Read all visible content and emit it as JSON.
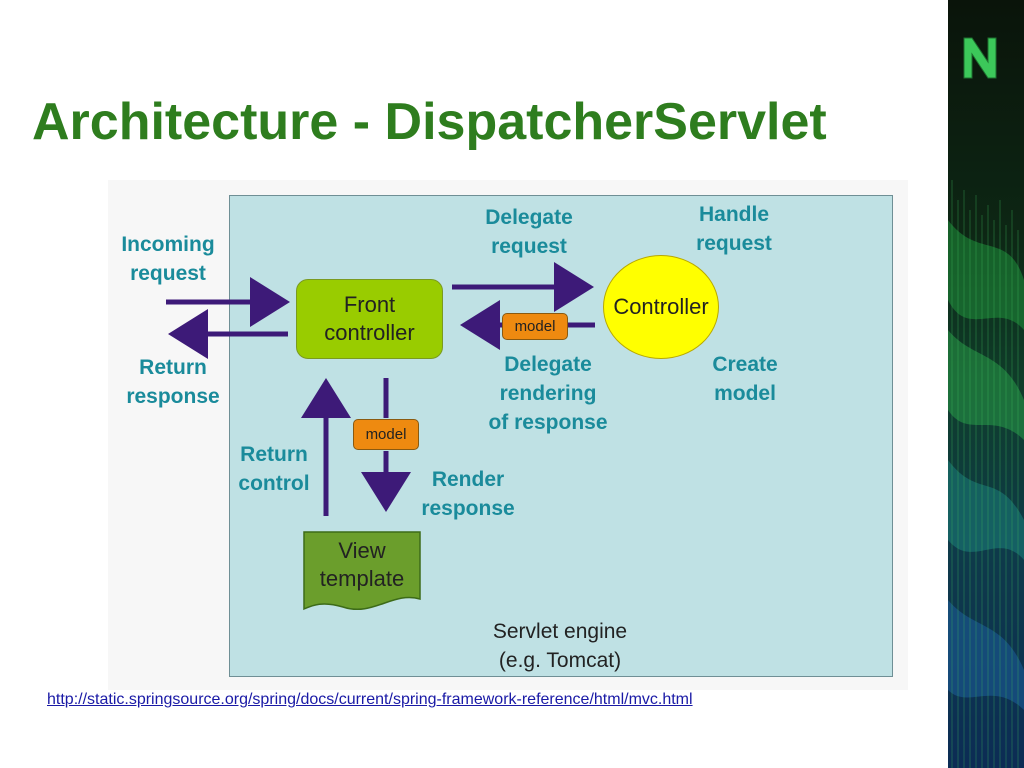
{
  "slide": {
    "title": "Architecture - DispatcherServlet",
    "link": "http://static.springsource.org/spring/docs/current/spring-framework-reference/html/mvc.html"
  },
  "diagram": {
    "front_controller": "Front\ncontroller",
    "controller": "Controller",
    "view_template": "View\ntemplate",
    "model_tag": "model",
    "servlet_engine": "Servlet engine\n(e.g. Tomcat)",
    "labels": {
      "incoming_request": "Incoming\nrequest",
      "return_response": "Return\nresponse",
      "delegate_request": "Delegate\nrequest",
      "handle_request": "Handle\nrequest",
      "delegate_rendering": "Delegate\nrendering\nof response",
      "create_model": "Create\nmodel",
      "return_control": "Return\ncontrol",
      "render_response": "Render\nresponse"
    }
  },
  "colors": {
    "title_green": "#2e7d1e",
    "label_teal": "#1a8b9b",
    "arrow_purple": "#3d1a78",
    "engine_bg": "#bfe1e4",
    "front_controller_green": "#99cc00",
    "controller_yellow": "#ffff00",
    "model_orange": "#ee8a10",
    "view_green": "#6b9e2c"
  },
  "icons": {
    "corner_logo": "n-letter-logo-icon"
  }
}
